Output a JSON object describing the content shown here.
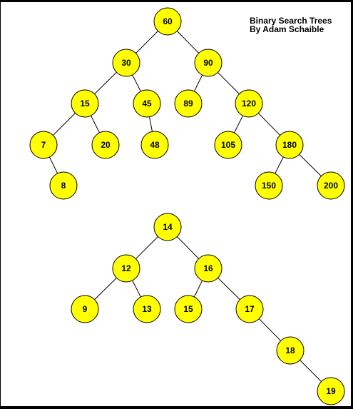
{
  "title": {
    "line1": "Binary Search Trees",
    "line2": "By Adam Schaible"
  },
  "colors": {
    "node_fill": "#ffff00",
    "node_stroke": "#000000",
    "edge": "#000000",
    "background": "#ffffff",
    "frame": "#000000"
  },
  "trees": [
    {
      "name": "tree-1",
      "nodes": [
        "60",
        "30",
        "90",
        "15",
        "45",
        "89",
        "120",
        "7",
        "20",
        "48",
        "105",
        "180",
        "8",
        "150",
        "200"
      ],
      "edges": [
        [
          "60",
          "30"
        ],
        [
          "60",
          "90"
        ],
        [
          "30",
          "15"
        ],
        [
          "30",
          "45"
        ],
        [
          "90",
          "89"
        ],
        [
          "90",
          "120"
        ],
        [
          "15",
          "7"
        ],
        [
          "15",
          "20"
        ],
        [
          "45",
          "48"
        ],
        [
          "120",
          "105"
        ],
        [
          "120",
          "180"
        ],
        [
          "7",
          "8"
        ],
        [
          "180",
          "150"
        ],
        [
          "180",
          "200"
        ]
      ]
    },
    {
      "name": "tree-2",
      "nodes": [
        "14",
        "12",
        "16",
        "9",
        "13",
        "15",
        "17",
        "18",
        "19"
      ],
      "edges": [
        [
          "14",
          "12"
        ],
        [
          "14",
          "16"
        ],
        [
          "12",
          "9"
        ],
        [
          "12",
          "13"
        ],
        [
          "16",
          "15"
        ],
        [
          "16",
          "17"
        ],
        [
          "17",
          "18"
        ],
        [
          "18",
          "19"
        ]
      ]
    }
  ]
}
